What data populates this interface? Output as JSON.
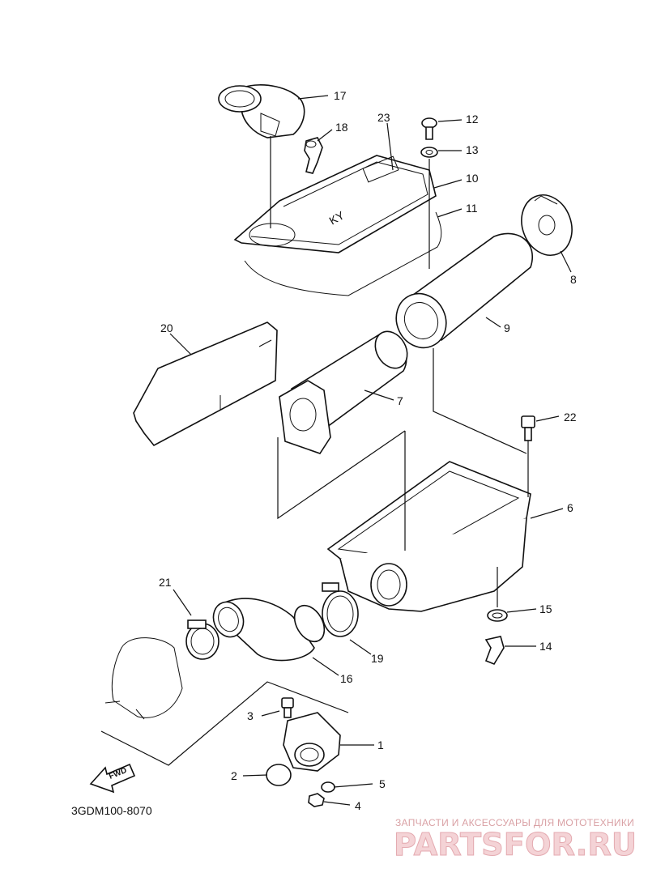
{
  "diagram_code": "3GDM100-8070",
  "fwd_label": "FWD",
  "watermark": {
    "subtitle": "ЗАПЧАСТИ И АКСЕССУАРЫ ДЛЯ МОТОТЕХНИКИ",
    "logo": "PARTSFOR.RU"
  },
  "callouts": {
    "c1": "1",
    "c2": "2",
    "c3": "3",
    "c4": "4",
    "c5": "5",
    "c6": "6",
    "c7": "7",
    "c8": "8",
    "c9": "9",
    "c10": "10",
    "c11": "11",
    "c12": "12",
    "c13": "13",
    "c14": "14",
    "c15": "15",
    "c16": "16",
    "c17": "17",
    "c18": "18",
    "c19": "19",
    "c20": "20",
    "c21": "21",
    "c22": "22",
    "c23": "23"
  }
}
